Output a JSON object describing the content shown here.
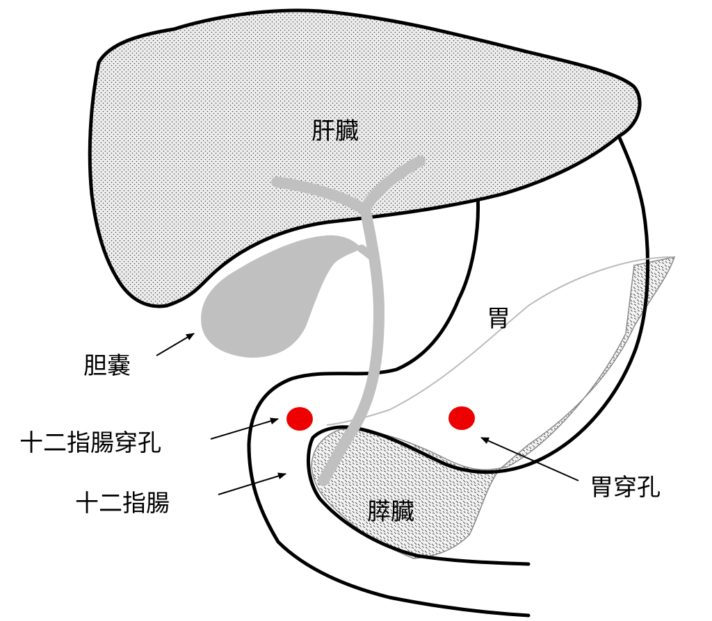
{
  "labels": {
    "liver": "肝臓",
    "stomach": "胃",
    "gallbladder": "胆嚢",
    "duodenal_perforation": "十二指腸穿孔",
    "duodenum": "十二指腸",
    "pancreas": "膵臓",
    "gastric_perforation": "胃穿孔"
  },
  "colors": {
    "outline": "#000000",
    "liver_fill": "#e6e6e6",
    "gallbladder_fill": "#c0c0c0",
    "bile_duct": "#c0c0c0",
    "pancreas_fill": "#f0f0f0",
    "perforation": "#ee0000",
    "thin_line": "#bbbbbb"
  }
}
